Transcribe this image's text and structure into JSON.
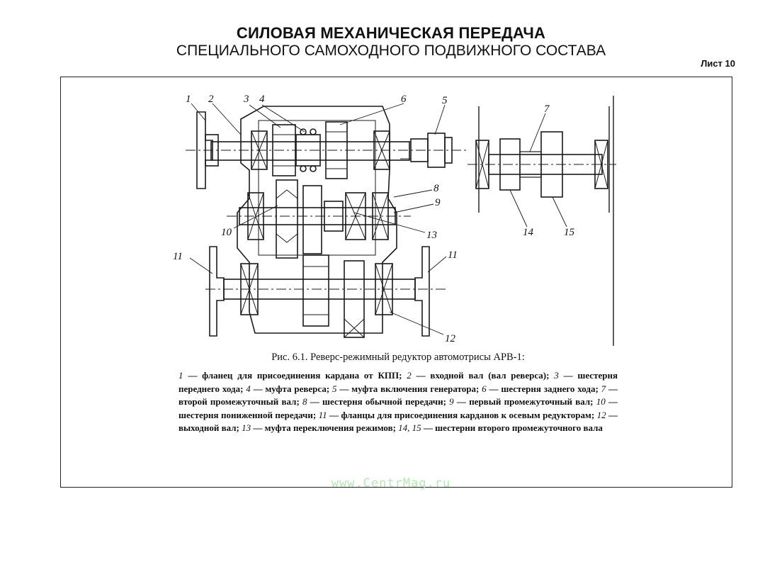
{
  "header": {
    "title_line1": "СИЛОВАЯ МЕХАНИЧЕСКАЯ ПЕРЕДАЧА",
    "title_line2": "СПЕЦИАЛЬНОГО САМОХОДНОГО ПОДВИЖНОГО СОСТАВА",
    "sheet": "Лист 10"
  },
  "diagram": {
    "labels": {
      "l1": "1",
      "l2": "2",
      "l3": "3",
      "l4": "4",
      "l5": "5",
      "l6": "6",
      "l7": "7",
      "l8": "8",
      "l9": "9",
      "l10": "10",
      "l11a": "11",
      "l11b": "11",
      "l12": "12",
      "l13": "13",
      "l14": "14",
      "l15": "15"
    }
  },
  "caption": {
    "title": "Рис. 6.1. Реверс-режимный редуктор автомотрисы АРВ-1:",
    "legend": [
      {
        "n": "1",
        "t": " — фланец для присоединения кардана от КПП; "
      },
      {
        "n": "2",
        "t": " — входной вал (вал реверса); "
      },
      {
        "n": "3",
        "t": " — шестерня переднего хода; "
      },
      {
        "n": "4",
        "t": " — муфта реверса; "
      },
      {
        "n": "5",
        "t": " — муфта включения генератора; "
      },
      {
        "n": "6",
        "t": " — шестерня заднего хода; "
      },
      {
        "n": "7",
        "t": " — второй промежуточный вал; "
      },
      {
        "n": "8",
        "t": " — шестерня обычной передачи; "
      },
      {
        "n": "9",
        "t": " — первый промежуточный вал; "
      },
      {
        "n": "10",
        "t": " — шестерня пониженной передачи; "
      },
      {
        "n": "11",
        "t": " — фланцы для присоединения карданов к осевым редукторам; "
      },
      {
        "n": "12",
        "t": " — выходной вал; "
      },
      {
        "n": "13",
        "t": " — муфта переключения режимов; "
      },
      {
        "n": "14, 15",
        "t": " — шестерни второго промежуточного вала"
      }
    ]
  },
  "watermark": "www.CentrMag.ru"
}
